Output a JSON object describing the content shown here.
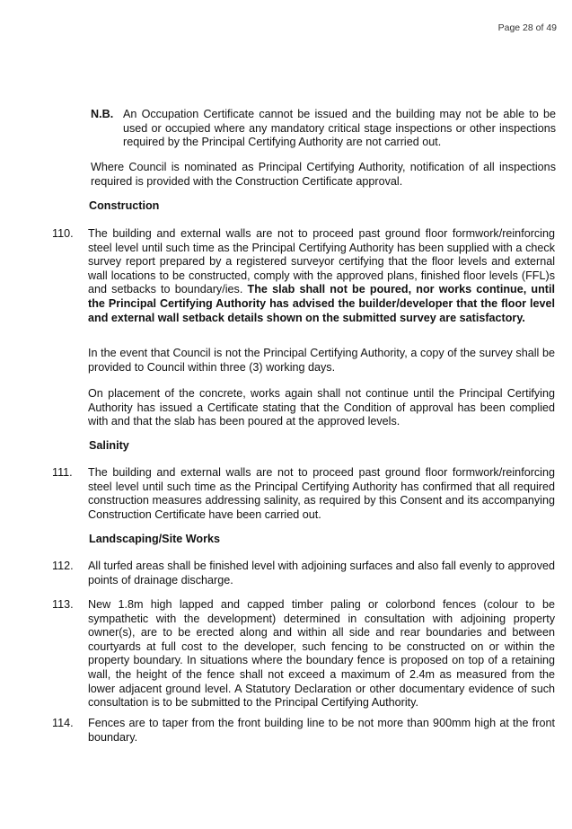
{
  "page_label": "Page 28 of 49",
  "nb": {
    "label": "N.B.",
    "text": "An Occupation Certificate cannot be issued and the building may not be able to be used or occupied where any mandatory critical stage inspections or other inspections required by the Principal Certifying Authority are not carried out."
  },
  "council_note": "Where Council is nominated as Principal Certifying Authority, notification of all inspections required is provided with the Construction Certificate approval.",
  "sections": {
    "construction": "Construction",
    "salinity": "Salinity",
    "landscaping": "Landscaping/Site Works"
  },
  "items": {
    "i110": {
      "num": "110.",
      "text": "The building and external walls are not to proceed past ground floor formwork/reinforcing steel level until such time as the Principal Certifying Authority has been supplied with a check survey report prepared by a registered surveyor certifying that the floor levels and external wall locations to be constructed, comply with the approved plans, finished floor levels (FFL)s and setbacks to boundary/ies.",
      "bold": "The slab shall not be poured, nor works continue, until the Principal Certifying Authority has advised the builder/developer that the floor level and external wall setback details shown on the submitted survey are satisfactory.",
      "para2": "In the event that Council is not the Principal Certifying Authority, a copy of the survey shall be provided to Council within three (3) working days.",
      "para3": "On placement of the concrete, works again shall not continue until the Principal Certifying Authority has issued a Certificate stating that the Condition of approval has been complied with and that the slab has been poured at the approved levels."
    },
    "i111": {
      "num": "111.",
      "text": "The building and external walls are not to proceed past ground floor formwork/reinforcing steel level until such time as the Principal Certifying Authority has confirmed that all required construction measures addressing salinity, as required by this Consent and its accompanying Construction Certificate have been carried out."
    },
    "i112": {
      "num": "112.",
      "text": "All turfed areas shall be finished level with adjoining surfaces and also fall evenly to approved points of drainage discharge."
    },
    "i113": {
      "num": "113.",
      "text": "New 1.8m high lapped and capped timber paling or colorbond fences (colour to be sympathetic with the development) determined in consultation with adjoining property owner(s), are to be erected along and within all side and rear boundaries and between courtyards at full cost to the developer, such fencing to be constructed on or within the property boundary. In situations where the boundary fence is proposed on top of a retaining wall, the height of the fence shall not exceed a maximum of 2.4m as measured from the lower adjacent ground level. A Statutory Declaration or other documentary evidence of such consultation is to be submitted to the Principal Certifying Authority."
    },
    "i114": {
      "num": "114.",
      "text": "Fences are to taper from the front building line to be not more than 900mm high at the front boundary."
    }
  }
}
